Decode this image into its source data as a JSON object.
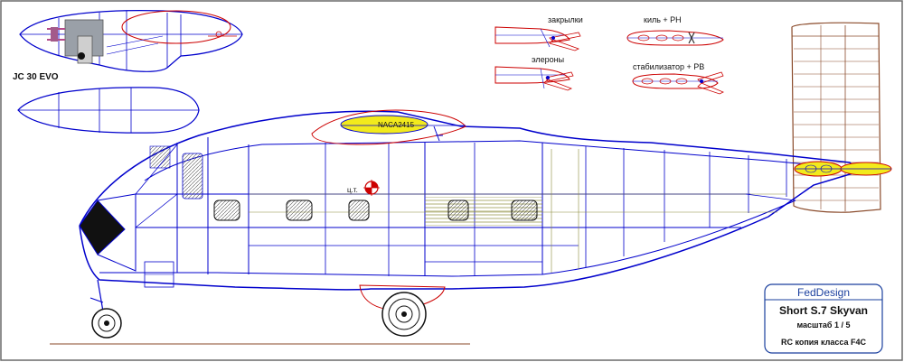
{
  "engine_label": "JC 30 EVO",
  "airfoil_label": "NACA2415",
  "cg_label": "ц.т.",
  "detail_labels": {
    "flaps": "закрылки",
    "ailerons": "элероны",
    "fin_rudder": "киль + РН",
    "stabilizer_elevator": "стабилизатор + РВ"
  },
  "title_block": {
    "designer": "FedDesign",
    "model": "Short S.7 Skyvan",
    "scale": "масштаб 1 / 5",
    "class_note": "RC копия класса F4C"
  },
  "colors": {
    "structure": "#0000cc",
    "airfoil_outline": "#cc0000",
    "airfoil_fill": "#f2ea1c",
    "tail_brown": "#8a4a2a",
    "grid_olive": "#8c8c3a",
    "title_text": "#1a3f9e"
  }
}
